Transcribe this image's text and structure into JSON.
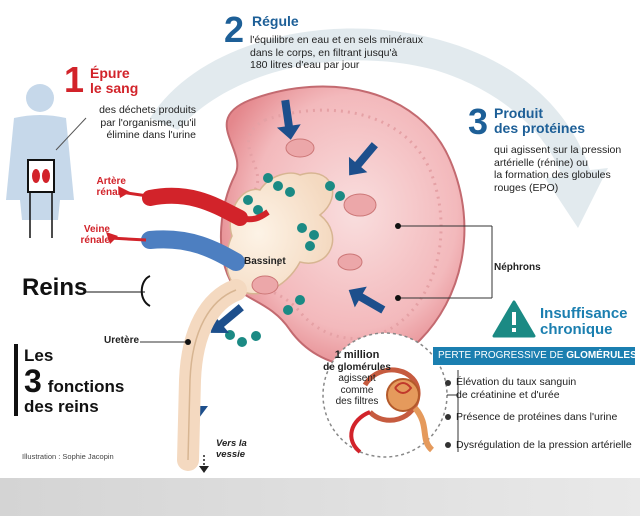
{
  "functions": [
    {
      "number": "1",
      "title_line1": "Épure",
      "title_line2": "le sang",
      "description": [
        "des déchets produits",
        "par l'organisme, qu'il",
        "élimine dans l'urine"
      ]
    },
    {
      "number": "2",
      "title": "Régule",
      "description": [
        "l'équilibre en eau et en sels minéraux",
        "dans le corps, en filtrant jusqu'à",
        "180 litres d'eau par jour"
      ]
    },
    {
      "number": "3",
      "title_line1": "Produit",
      "title_line2": "des protéines",
      "description": [
        "qui agissent sur la pression",
        "artérielle (rénine) ou",
        "la formation des globules",
        "rouges (EPO)"
      ]
    }
  ],
  "labels": {
    "artery": [
      "Artère",
      "rénale"
    ],
    "vein": [
      "Veine",
      "rénale"
    ],
    "kidneys": "Reins",
    "pelvis": "Bassinet",
    "nephrons": "Néphrons",
    "ureter": "Uretère",
    "to_bladder": [
      "Vers la",
      "vessie"
    ]
  },
  "summary": {
    "line1": "Les",
    "number": "3",
    "line2": "fonctions",
    "line3": "des reins"
  },
  "credit": "Illustration : Sophie Jacopin",
  "glomeruli": {
    "highlight": "1 million",
    "line2": "de glomérules",
    "rest": [
      "agissent",
      "comme",
      "des filtres"
    ]
  },
  "insufficiency": {
    "icon": "warning-icon",
    "title": [
      "Insuffisance",
      "chronique"
    ],
    "banner_prefix": "PERTE PROGRESSIVE DE ",
    "banner_strong": "GLOMÉRULES =",
    "items": [
      [
        "Élévation du taux sanguin",
        "de créatinine et d'urée"
      ],
      [
        "Présence de protéines dans l'urine"
      ],
      [
        "Dysrégulation de la pression artérielle"
      ]
    ]
  },
  "colors": {
    "blue": "#1d5f97",
    "red": "#d2232a",
    "teal": "#1b8a84",
    "banner": "#1b7fb0",
    "kidney": "#f2b8b8",
    "cortex": "#e8999c"
  }
}
